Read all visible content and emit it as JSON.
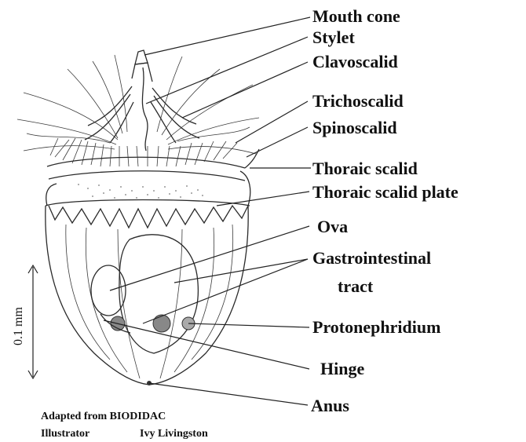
{
  "labels": {
    "mouth_cone": "Mouth cone",
    "stylet": "Stylet",
    "clavoscalid": "Clavoscalid",
    "trichoscalid": "Trichoscalid",
    "spinoscalid": "Spinoscalid",
    "thoracic_scalid": "Thoraic scalid",
    "thoracic_scalid_plate": "Thoraic scalid plate",
    "ova": "Ova",
    "gastrointestinal_line1": "Gastrointestinal",
    "gastrointestinal_line2": "tract",
    "protonephridium": "Protonephridium",
    "hinge": "Hinge",
    "anus": "Anus"
  },
  "scale_bar": {
    "label": "0.1 mm"
  },
  "credit": {
    "line1": "Adapted from BIODIDAC",
    "line2_left": "Illustrator",
    "line2_right": "Ivy Livingston"
  }
}
